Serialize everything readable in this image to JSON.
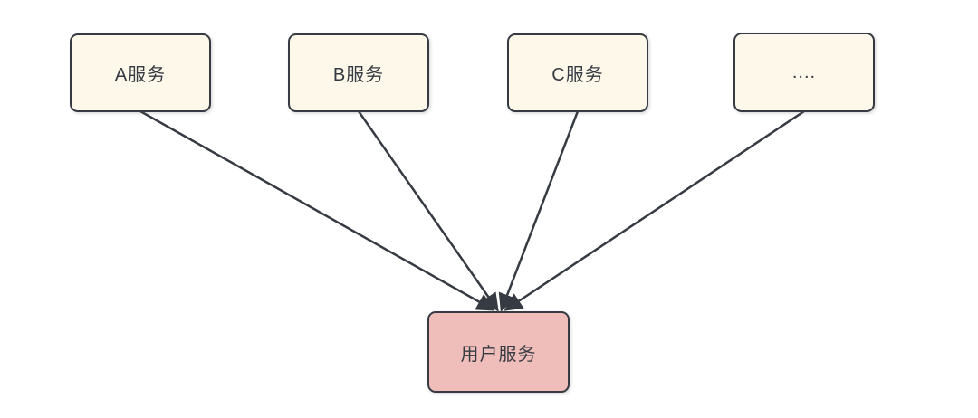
{
  "diagram": {
    "background_color": "#ffffff",
    "stroke_color": "#363A42",
    "text_color": "#363A42",
    "node_fill_cream": "#FDF8E9",
    "node_fill_pink": "#F0BEBA",
    "nodes": [
      {
        "id": "service-a",
        "label": "A服务",
        "fill": "#FDF8E9"
      },
      {
        "id": "service-b",
        "label": "B服务",
        "fill": "#FDF8E9"
      },
      {
        "id": "service-c",
        "label": "C服务",
        "fill": "#FDF8E9"
      },
      {
        "id": "service-more",
        "label": "....",
        "fill": "#FDF8E9"
      },
      {
        "id": "user-service",
        "label": "用户服务",
        "fill": "#F0BEBA"
      }
    ],
    "edges": [
      {
        "from": "service-a",
        "to": "user-service"
      },
      {
        "from": "service-b",
        "to": "user-service"
      },
      {
        "from": "service-c",
        "to": "user-service"
      },
      {
        "from": "service-more",
        "to": "user-service"
      }
    ]
  }
}
